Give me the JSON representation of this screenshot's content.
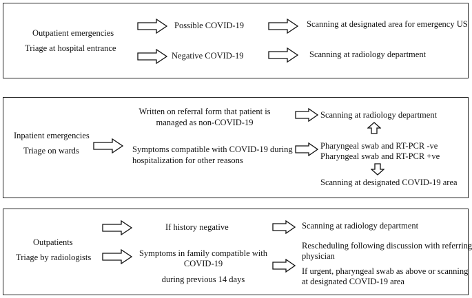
{
  "panel1": {
    "source_line1": "Outpatient emergencies",
    "source_line2": "Triage at hospital entrance",
    "mid_top": "Possible COVID-19",
    "mid_bottom": "Negative COVID-19",
    "dest_top": "Scanning at designated area for emergency US",
    "dest_bottom": "Scanning at radiology department"
  },
  "panel2": {
    "source_line1": "Inpatient emergencies",
    "source_line2": "Triage on wards",
    "referral_line1": "Written on referral form that patient is",
    "referral_line2": "managed as non-COVID-19",
    "symptoms_line1": "Symptoms compatible with COVID-19 during",
    "symptoms_line2": "hospitalization for other reasons",
    "dest_radiology": "Scanning at radiology department",
    "swab_negative": "Pharyngeal swab and RT-PCR -ve",
    "swab_positive": "Pharyngeal swab and RT-PCR +ve",
    "dest_covid_area": "Scanning at designated COVID-19 area"
  },
  "panel3": {
    "source_line1": "Outpatients",
    "source_line2": "Triage by radiologists",
    "history_negative": "If history negative",
    "family_line1": "Symptoms in family compatible with",
    "family_line2": "COVID-19",
    "family_line3": "during previous 14 days",
    "dest_radiology": "Scanning at radiology department",
    "resched_line1": "Rescheduling following discussion with referring",
    "resched_line2": "physician",
    "urgent_line1": "If urgent, pharyngeal swab as above or scanning",
    "urgent_line2": "at designated COVID-19 area"
  }
}
